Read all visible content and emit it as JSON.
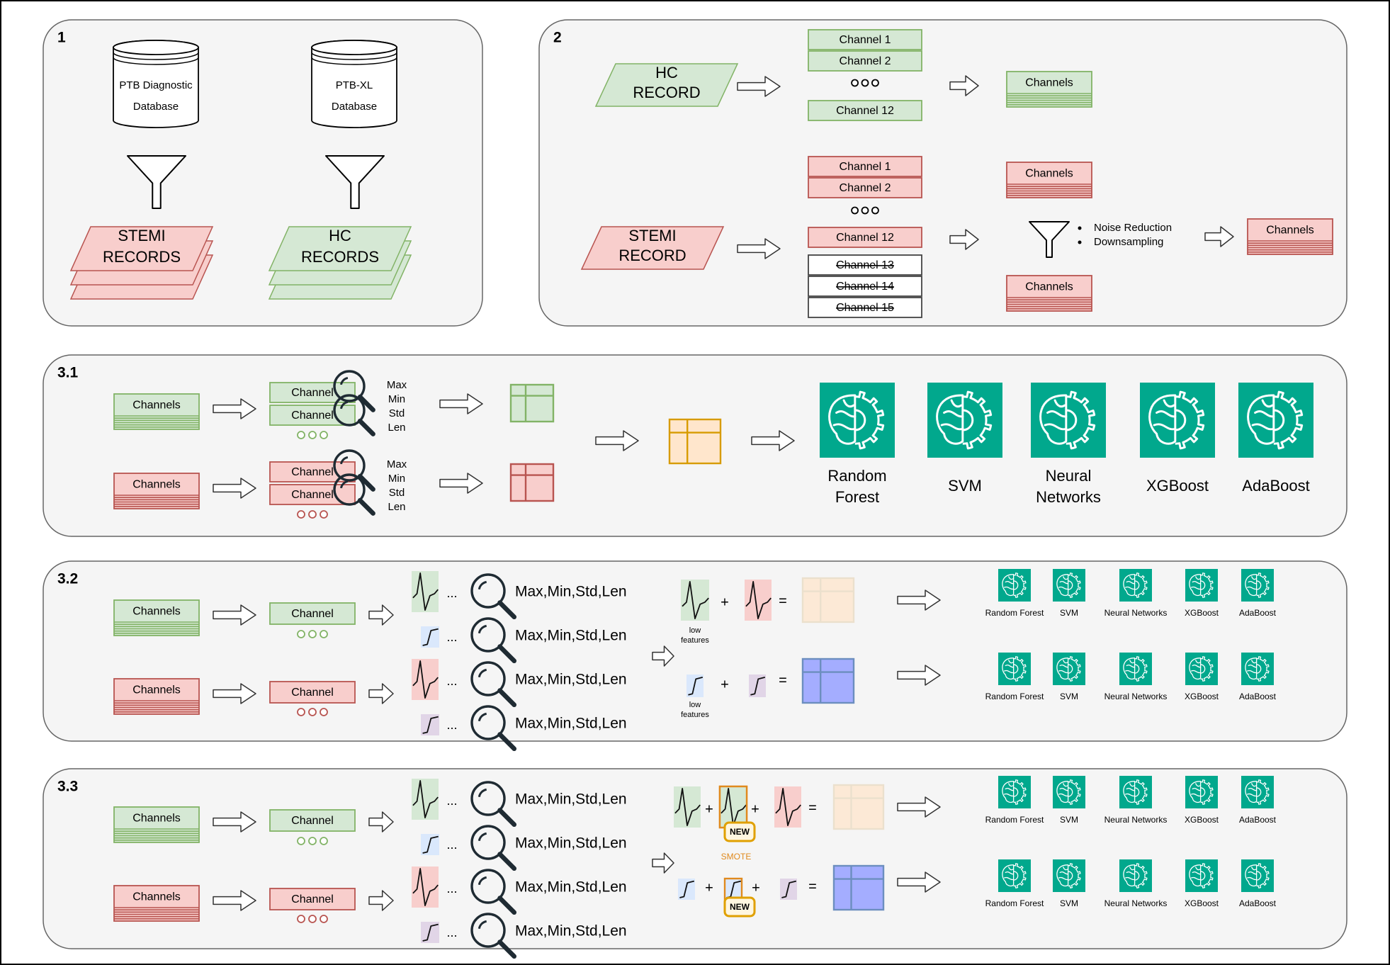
{
  "panels": {
    "p1": "1",
    "p2": "2",
    "p31": "3.1",
    "p32": "3.2",
    "p33": "3.3"
  },
  "databases": {
    "ptb": [
      "PTB Diagnostic",
      "Database"
    ],
    "ptbxl": [
      "PTB-XL",
      "Database"
    ]
  },
  "records": {
    "stemi_records": [
      "STEMI",
      "RECORDS"
    ],
    "hc_records": [
      "HC",
      "RECORDS"
    ],
    "hc_record": [
      "HC",
      "RECORD"
    ],
    "stemi_record": [
      "STEMI",
      "RECORD"
    ]
  },
  "channels": {
    "ch1": "Channel 1",
    "ch2": "Channel 2",
    "ch12": "Channel 12",
    "ch13": "Channel 13",
    "ch14": "Channel 14",
    "ch15": "Channel 15",
    "plural": "Channels",
    "singular": "Channel"
  },
  "preprocess": {
    "bullets": [
      "Noise Reduction",
      "Downsampling"
    ]
  },
  "features": {
    "stacked": [
      "Max",
      "Min",
      "Std",
      "Len"
    ],
    "inline": "Max,Min,Std,Len",
    "ellipsis": "...",
    "low_features": [
      "low",
      "features"
    ],
    "plus": "+",
    "equals": "=",
    "new_badge": "NEW",
    "smote": "SMOTE"
  },
  "models": [
    {
      "lines": [
        "Random",
        "Forest"
      ],
      "small": "Random Forest"
    },
    {
      "lines": [
        "SVM"
      ],
      "small": "SVM"
    },
    {
      "lines": [
        "Neural",
        "Networks"
      ],
      "small": "Neural Networks"
    },
    {
      "lines": [
        "XGBoost"
      ],
      "small": "XGBoost"
    },
    {
      "lines": [
        "AdaBoost"
      ],
      "small": "AdaBoost"
    }
  ],
  "colors": {
    "green_fill": "#d5e8d4",
    "green_stroke": "#82b366",
    "red_fill": "#f8cecc",
    "red_stroke": "#b85450",
    "orange_fill": "#ffe6cc",
    "orange_stroke": "#d79b00",
    "blue_fill": "#dae8fc",
    "blue_stroke": "#6c8ebf",
    "purple_fill": "#e1d5e7",
    "purple_stroke": "#9673a6",
    "teal": "#01a88d",
    "panel_fill": "#f5f5f5",
    "panel_stroke": "#666666",
    "smote": "#e08a1e"
  }
}
